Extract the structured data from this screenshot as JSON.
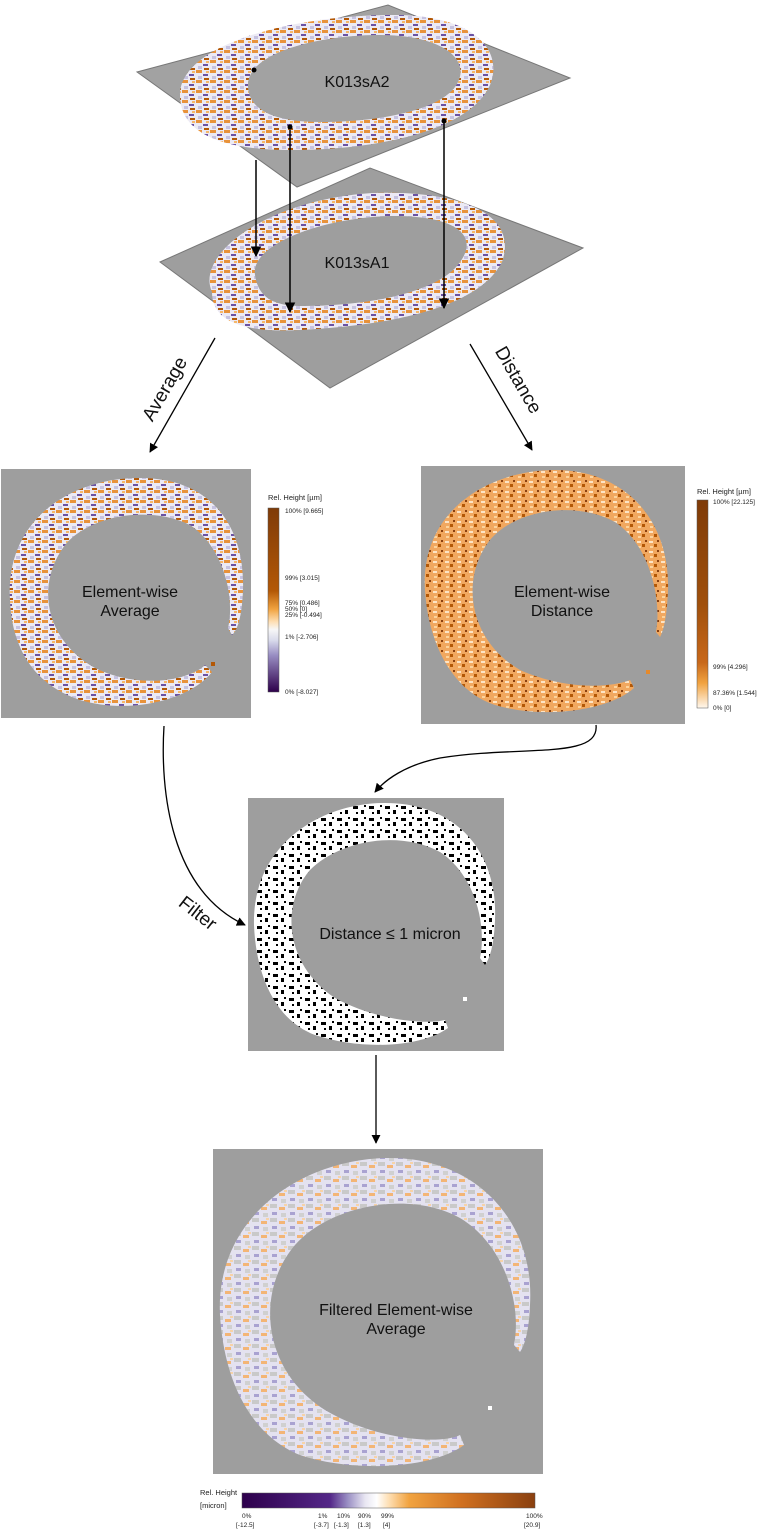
{
  "scans": {
    "top_label": "K013sA2",
    "bottom_label": "K013sA1"
  },
  "steps": {
    "average": "Average",
    "distance": "Distance",
    "filter": "Filter"
  },
  "panels": {
    "average_label_1": "Element-wise",
    "average_label_2": "Average",
    "distance_label_1": "Element-wise",
    "distance_label_2": "Distance",
    "threshold_label": "Distance ≤ 1 micron",
    "filtered_label_1": "Filtered Element-wise",
    "filtered_label_2": "Average"
  },
  "colorbar_average": {
    "title": "Rel. Height [µm]",
    "ticks": [
      "100% [9.665]",
      "99% [3.015]",
      "75% [0.486]",
      "50% [0]",
      "25% [-0.494]",
      "1% [-2.706]",
      "0% [-8.027]"
    ]
  },
  "colorbar_distance": {
    "title": "Rel. Height [µm]",
    "ticks": [
      "100% [22.125]",
      "99% [4.296]",
      "87.36% [1.544]",
      "0% [0]"
    ]
  },
  "colorbar_filtered": {
    "title_1": "Rel. Height",
    "title_2": "[micron]",
    "ticks": [
      {
        "pct": "0%",
        "val": "[-12.5]"
      },
      {
        "pct": "1%",
        "val": "[-3.7]"
      },
      {
        "pct": "10%",
        "val": "[-1.3]"
      },
      {
        "pct": "90%",
        "val": "[1.3]"
      },
      {
        "pct": "99%",
        "val": "[4]"
      },
      {
        "pct": "100%",
        "val": "[20.9]"
      }
    ]
  },
  "colors": {
    "background_gray": "#9e9e9e",
    "purple": "#4b1e83",
    "orange": "#e58a2c",
    "brown": "#7f3b08"
  }
}
